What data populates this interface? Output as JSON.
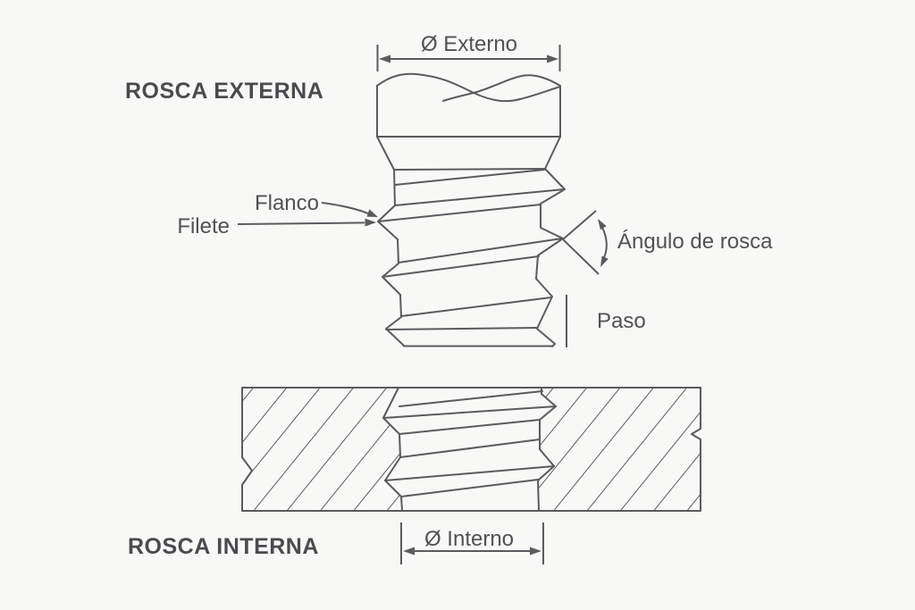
{
  "diagram": {
    "external": {
      "heading": "ROSCA EXTERNA",
      "diameter_label": "Ø Externo",
      "flank_label": "Flanco",
      "crest_label": "Filete",
      "angle_label": "Ángulo de rosca",
      "pitch_label": "Paso"
    },
    "internal": {
      "heading": "ROSCA INTERNA",
      "diameter_label": "Ø Interno"
    }
  },
  "colors": {
    "line": "#5a5b5e",
    "annotation_text": "#515256",
    "heading_text": "#4a4b4f",
    "background": "#f7f7f6"
  }
}
